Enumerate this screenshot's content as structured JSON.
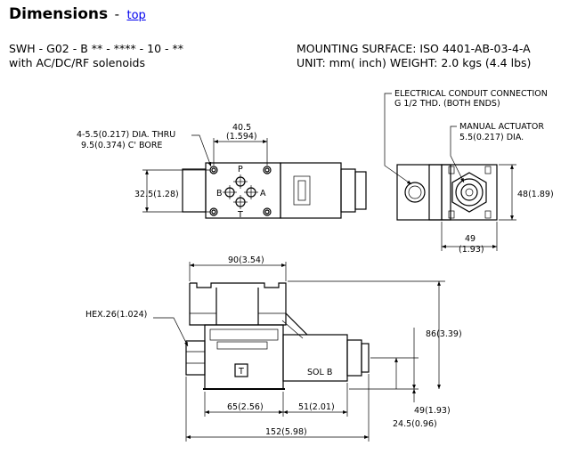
{
  "header": {
    "title": "Dimensions",
    "separator": "-",
    "top_link": "top"
  },
  "spec": {
    "model_code": "SWH - G02 - B ** - **** - 10 - **",
    "solenoids": "with AC/DC/RF solenoids",
    "mounting_surface": "MOUNTING SURFACE: ISO 4401-AB-03-4-A",
    "unit_weight": "UNIT: mm( inch) WEIGHT: 2.0 kgs (4.4 lbs)"
  },
  "callouts": {
    "conduit_line1": "ELECTRICAL CONDUIT CONNECTION",
    "conduit_line2": "G 1/2 THD. (BOTH ENDS)",
    "actuator_line1": "MANUAL ACTUATOR",
    "actuator_line2": "5.5(0.217) DIA.",
    "bolt_line1": "4-5.5(0.217) DIA. THRU",
    "bolt_line2": "9.5(0.374) C' BORE",
    "hex": "HEX.26(1.024)",
    "sol_b": "SOL B"
  },
  "dimensions": {
    "port_spacing_mm": "40.5",
    "port_spacing_in": "(1.594)",
    "width_325": "32.5(1.28)",
    "height_48": "48(1.89)",
    "depth_49_mm": "49",
    "depth_49_in": "(1.93)",
    "width_90": "90(3.54)",
    "height_86": "86(3.39)",
    "height_49": "49(1.93)",
    "height_245": "24.5(0.96)",
    "len_65": "65(2.56)",
    "len_51": "51(2.01)",
    "len_152": "152(5.98)"
  },
  "ports": {
    "p": "P",
    "a": "A",
    "b": "B",
    "t": "T"
  }
}
